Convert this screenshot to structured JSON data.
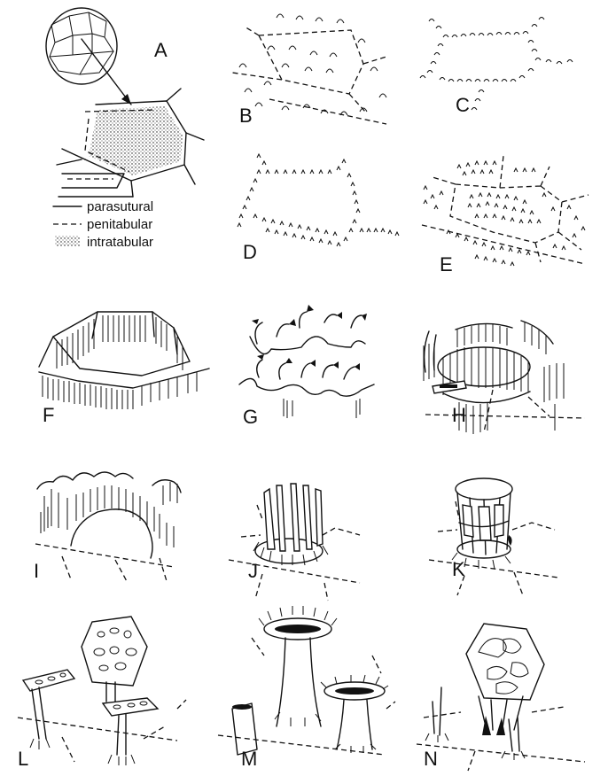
{
  "panels": {
    "A": "A",
    "B": "B",
    "C": "C",
    "D": "D",
    "E": "E",
    "F": "F",
    "G": "G",
    "H": "H",
    "I": "I",
    "J": "J",
    "K": "K",
    "L": "L",
    "M": "M",
    "N": "N"
  },
  "legend": {
    "parasutural": "parasutural",
    "penitabular": "penitabular",
    "intratabular": "intratabular"
  }
}
